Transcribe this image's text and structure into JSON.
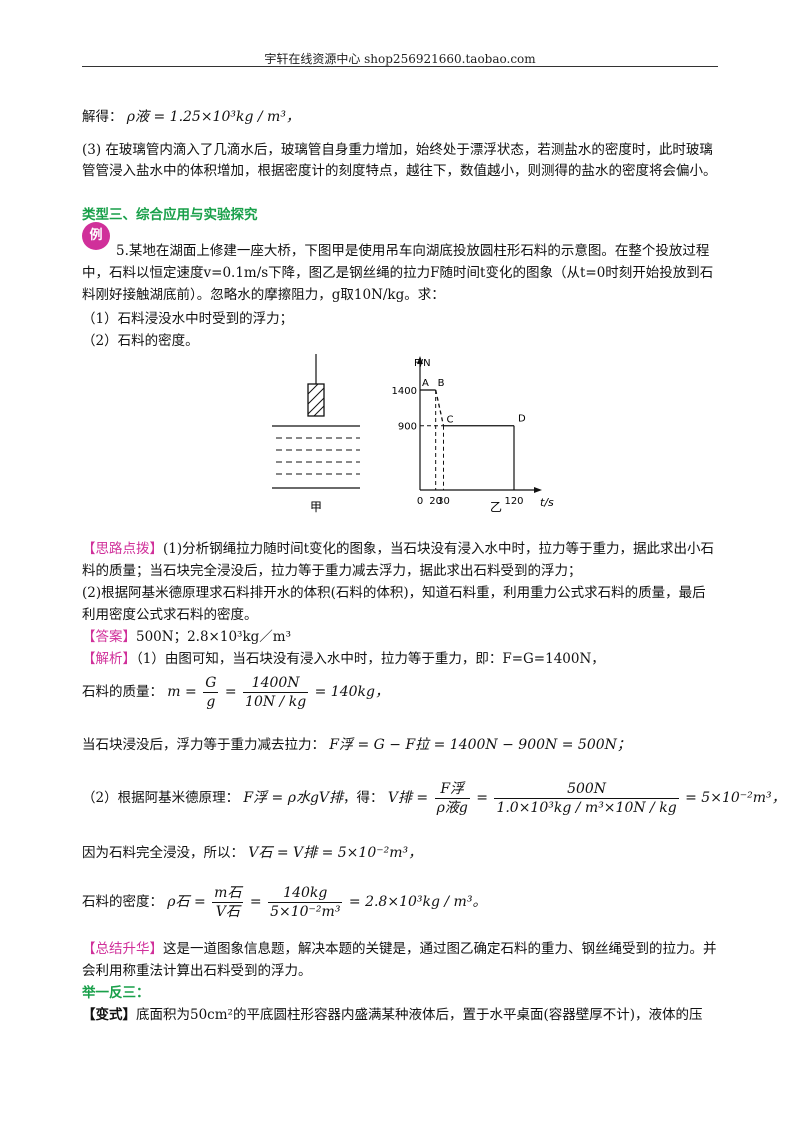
{
  "header": {
    "text": "宇轩在线资源中心   shop256921660.taobao.com"
  },
  "solve_label": "解得：",
  "rho_result": "ρ液 = 1.25×10³kg / m³，",
  "part3": "(3) 在玻璃管内滴入了几滴水后，玻璃管自身重力增加，始终处于漂浮状态，若测盐水的密度时，此时玻璃管管浸入盐水中的体积增加，根据密度计的刻度特点，越往下，数值越小，则测得的盐水的密度将会偏小。",
  "section_title": "类型三、综合应用与实验探究",
  "example_badge": "例",
  "problem": "5.某地在湖面上修建一座大桥，下图甲是使用吊车向湖底投放圆柱形石料的示意图。在整个投放过程中，石料以恒定速度v=0.1m/s下降，图乙是钢丝绳的拉力F随时间t变化的图象（从t=0时刻开始投放到石料刚好接触湖底前）。忽略水的摩擦阻力，g取10N/kg。求：",
  "q1": "（1）石料浸没水中时受到的浮力；",
  "q2": "（2）石料的密度。",
  "figure": {
    "label_left": "甲",
    "label_right": "乙",
    "y_axis": "F/N",
    "x_axis": "t/s",
    "y_ticks": [
      "1400",
      "900"
    ],
    "x_ticks": [
      "0",
      "20",
      "30",
      "120"
    ],
    "points": [
      "A",
      "B",
      "C",
      "D"
    ]
  },
  "chart_data": {
    "type": "line",
    "x": [
      0,
      20,
      30,
      120
    ],
    "y": [
      1400,
      1400,
      900,
      900
    ],
    "xlabel": "t/s",
    "ylabel": "F/N",
    "point_labels": [
      "A",
      "B",
      "C",
      "D"
    ]
  },
  "hint_tag": "【思路点拨】",
  "hint1": "(1)分析钢绳拉力随时间t变化的图象，当石块没有浸入水中时，拉力等于重力，据此求出小石料的质量；当石块完全浸没后，拉力等于重力减去浮力，据此求出石料受到的浮力；",
  "hint2": "(2)根据阿基米德原理求石料排开水的体积(石料的体积)，知道石料重，利用重力公式求石料的质量，最后利用密度公式求石料的密度。",
  "answer_tag": "【答案】",
  "answer": "500N；2.8×10³kg／m³",
  "analysis_tag": "【解析】",
  "analysis1": "（1）由图可知，当石块没有浸入水中时，拉力等于重力，即：F=G=1400N，",
  "mass_label": "石料的质量：",
  "buoy_label": "当石块浸没后，浮力等于重力减去拉力：",
  "buoy_eq": "F浮 = G − F拉 = 1400N − 900N = 500N；",
  "arch_label": "（2）根据阿基米德原理：",
  "arch_eq": "F浮 = ρ水gV排",
  "de_label": "，得：",
  "vol_label": "因为石料完全浸没，所以：",
  "vol_eq": "V石 = V排 = 5×10⁻²m³，",
  "density_label": "石料的密度：",
  "summary_tag": "【总结升华】",
  "summary": "这是一道图象信息题，解决本题的关键是，通过图乙确定石料的重力、钢丝绳受到的拉力。并会利用称重法计算出石料受到的浮力。",
  "practice_title": "举一反三：",
  "variant_tag": "【变式】",
  "variant": "底面积为50cm²的平底圆柱形容器内盛满某种液体后，置于水平桌面(容器壁厚不计)，液体的压"
}
